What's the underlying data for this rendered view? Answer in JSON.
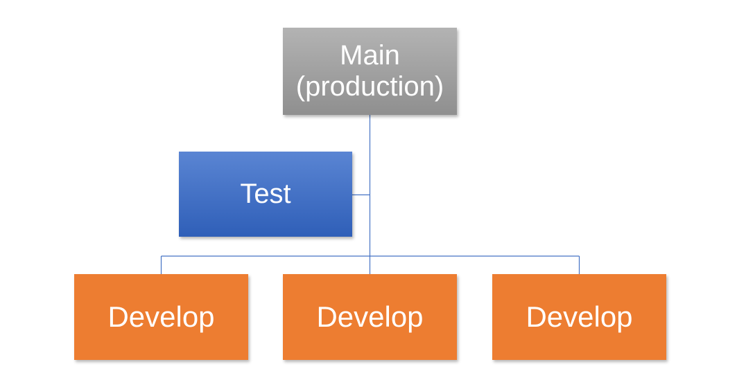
{
  "diagram": {
    "nodes": {
      "main": {
        "label": "Main\n(production)",
        "color": "#a5a5a5",
        "color_light": "#b3b3b3",
        "color_dark": "#8f8f8f"
      },
      "test": {
        "label": "Test",
        "color": "#4472c4",
        "color_light": "#5a85d3",
        "color_dark": "#2f5fb8"
      },
      "develop": [
        {
          "label": "Develop",
          "color": "#ed7d31"
        },
        {
          "label": "Develop",
          "color": "#ed7d31"
        },
        {
          "label": "Develop",
          "color": "#ed7d31"
        }
      ]
    },
    "connector_color": "#4472c4"
  }
}
